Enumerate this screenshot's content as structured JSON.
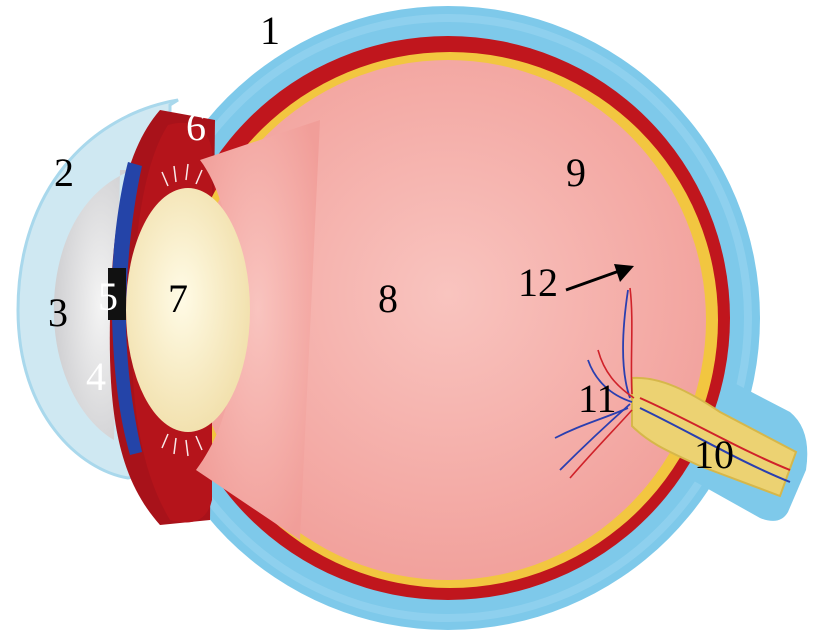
{
  "diagram": {
    "labels": [
      {
        "id": "1",
        "text": "1",
        "color": "#000000"
      },
      {
        "id": "2",
        "text": "2",
        "color": "#000000"
      },
      {
        "id": "3",
        "text": "3",
        "color": "#000000"
      },
      {
        "id": "4",
        "text": "4",
        "color": "#ffffff"
      },
      {
        "id": "5",
        "text": "5",
        "color": "#ffffff"
      },
      {
        "id": "6",
        "text": "6",
        "color": "#ffffff"
      },
      {
        "id": "7",
        "text": "7",
        "color": "#000000"
      },
      {
        "id": "8",
        "text": "8",
        "color": "#000000"
      },
      {
        "id": "9",
        "text": "9",
        "color": "#000000"
      },
      {
        "id": "10",
        "text": "10",
        "color": "#000000"
      },
      {
        "id": "11",
        "text": "11",
        "color": "#000000"
      },
      {
        "id": "12",
        "text": "12",
        "color": "#000000"
      }
    ],
    "colors": {
      "sclera": "#7ec9ea",
      "cornea": "#cfe8f2",
      "choroid": "#c0161d",
      "retina": "#f2c640",
      "vitreous": "#f4aaa6",
      "lens": "#f8ecc4",
      "iris": "#2444a8",
      "aqueous": "#dcdcdc",
      "optic_nerve": "#ecd272",
      "artery": "#d0222a",
      "vein": "#2a3fb0"
    }
  }
}
